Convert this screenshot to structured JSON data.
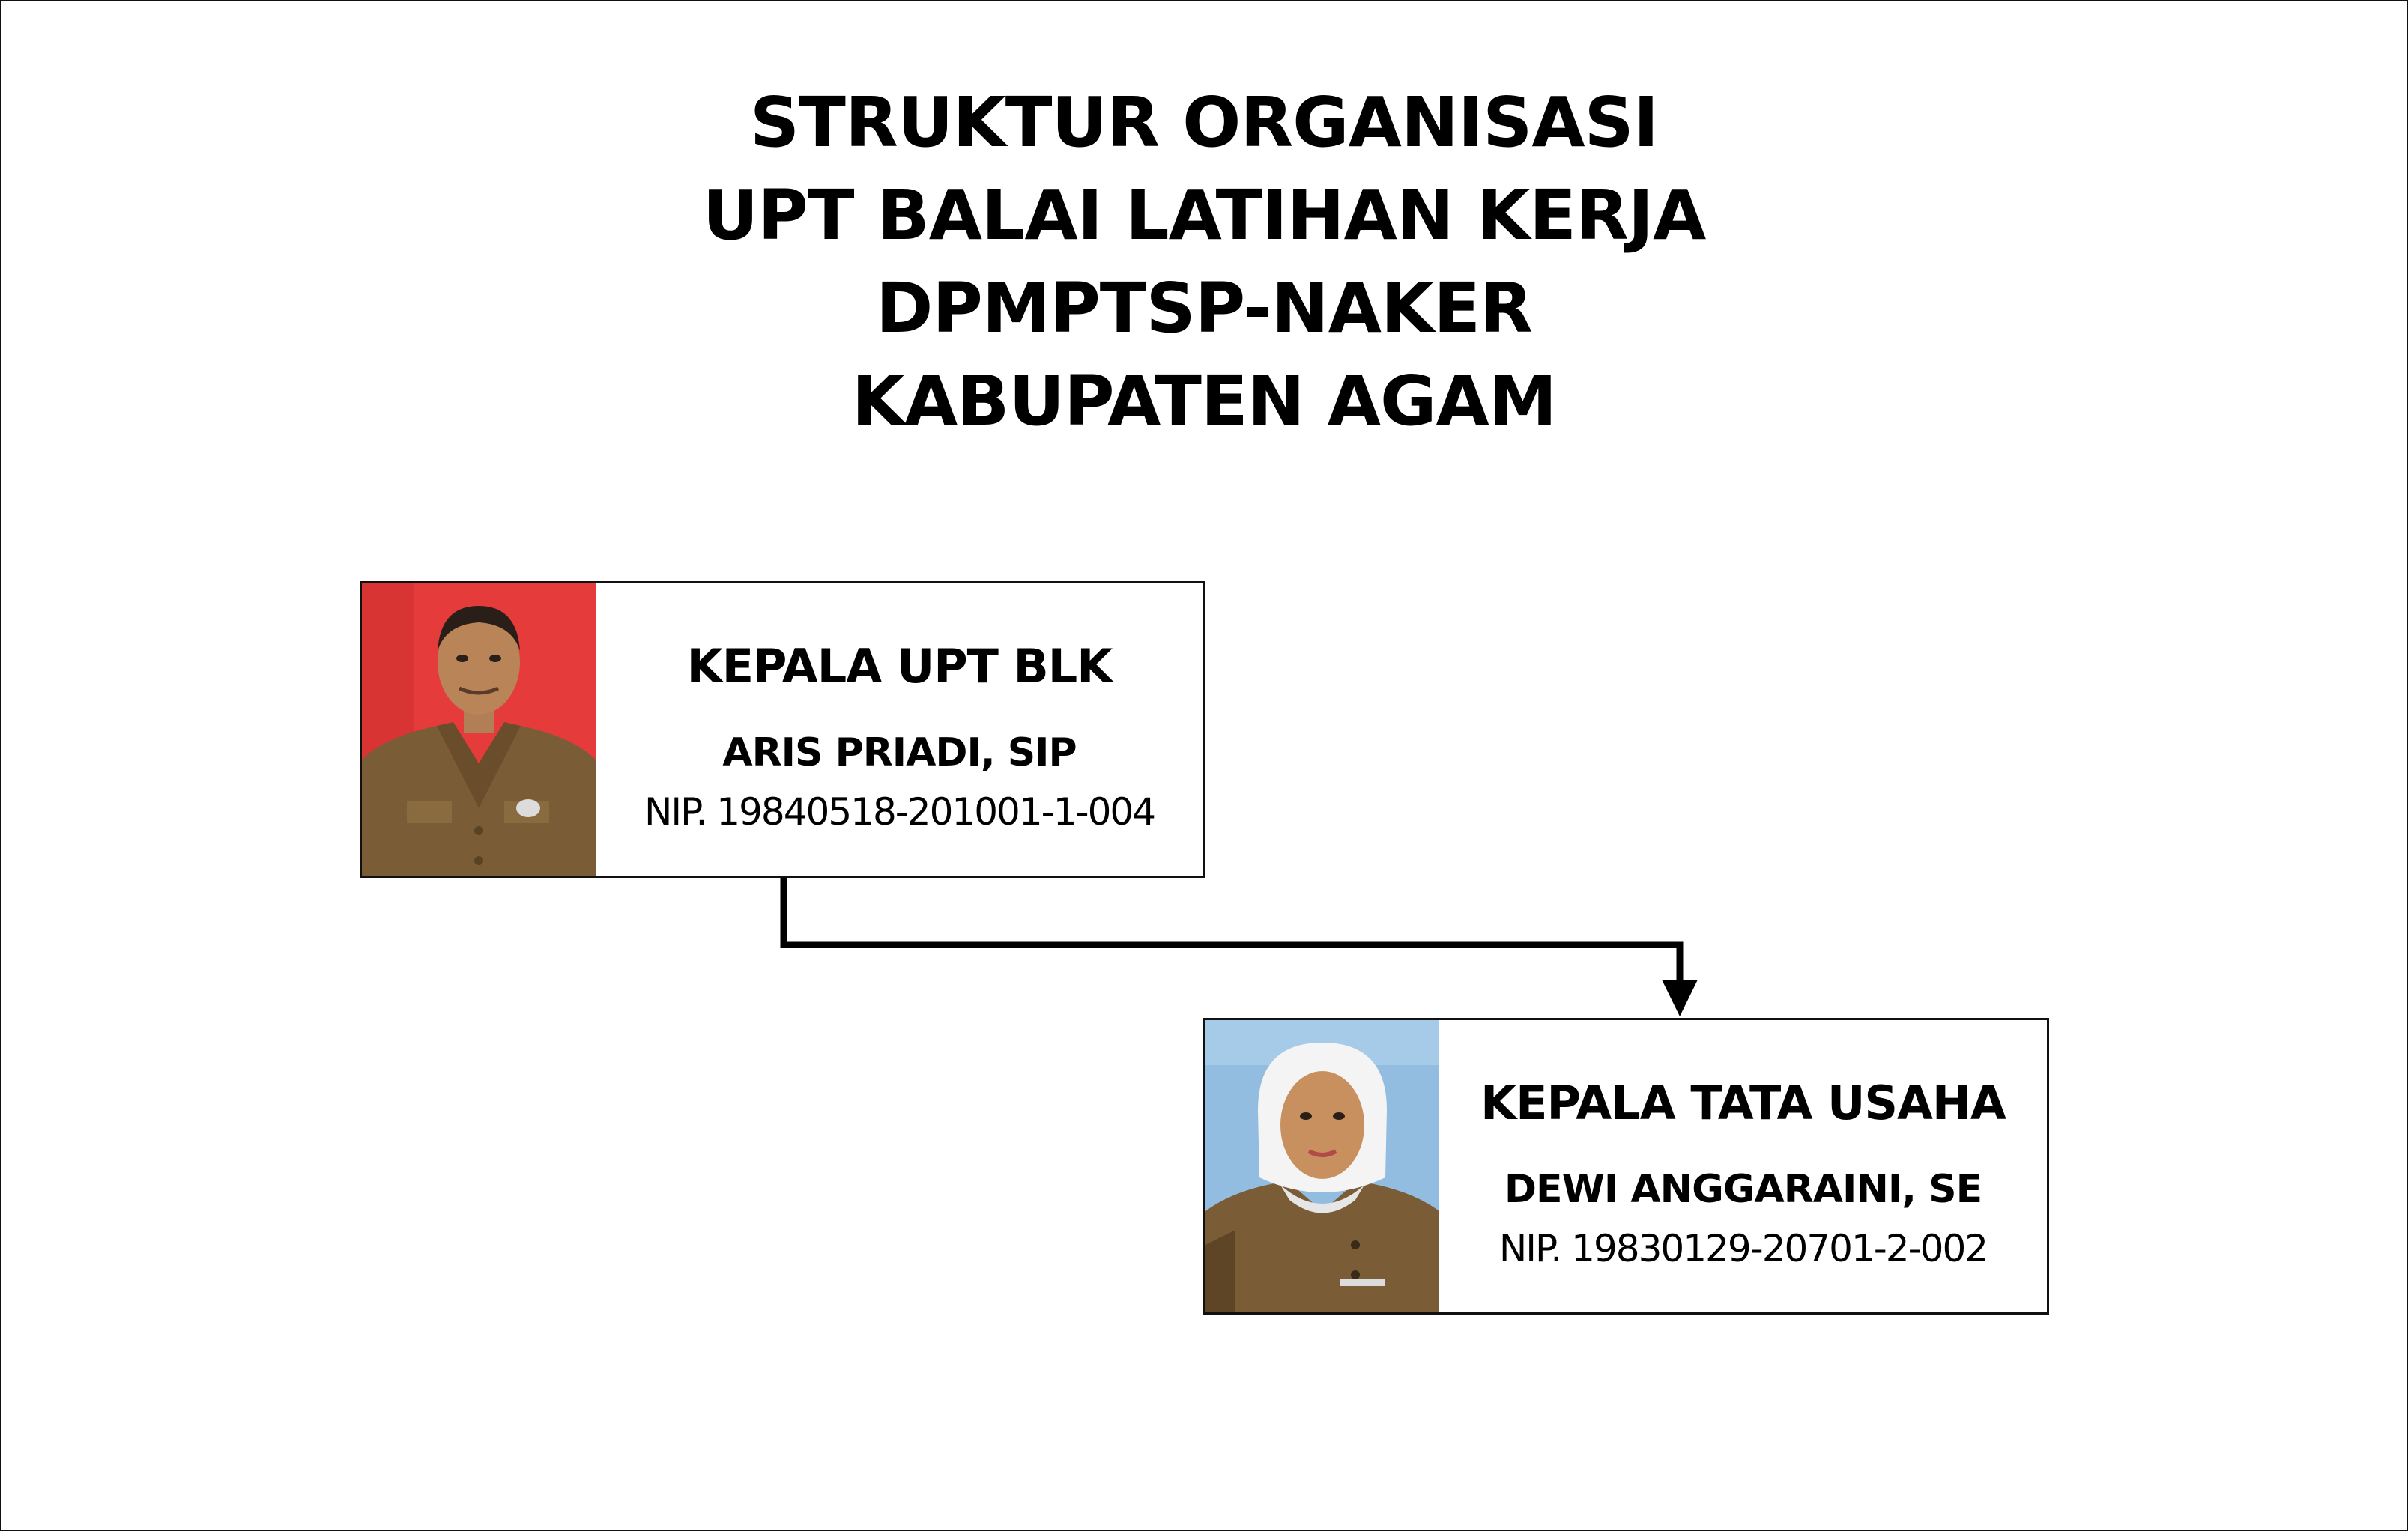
{
  "title": {
    "lines": [
      "STRUKTUR ORGANISASI",
      "UPT BALAI LATIHAN KERJA",
      "DPMPTSP-NAKER",
      "KABUPATEN AGAM"
    ]
  },
  "positions": [
    {
      "role": "KEPALA UPT BLK",
      "name": "ARIS PRIADI, SIP",
      "nip": "NIP. 19840518-201001-1-004",
      "photo_background": "#e53b3b"
    },
    {
      "role": "KEPALA TATA USAHA",
      "name": "DEWI ANGGARAINI, SE",
      "nip": "NIP. 19830129-20701-2-002",
      "photo_background": "#93bde0"
    }
  ],
  "colors": {
    "text": "#000000",
    "border": "#111111",
    "uniform": "#7a5c36"
  }
}
